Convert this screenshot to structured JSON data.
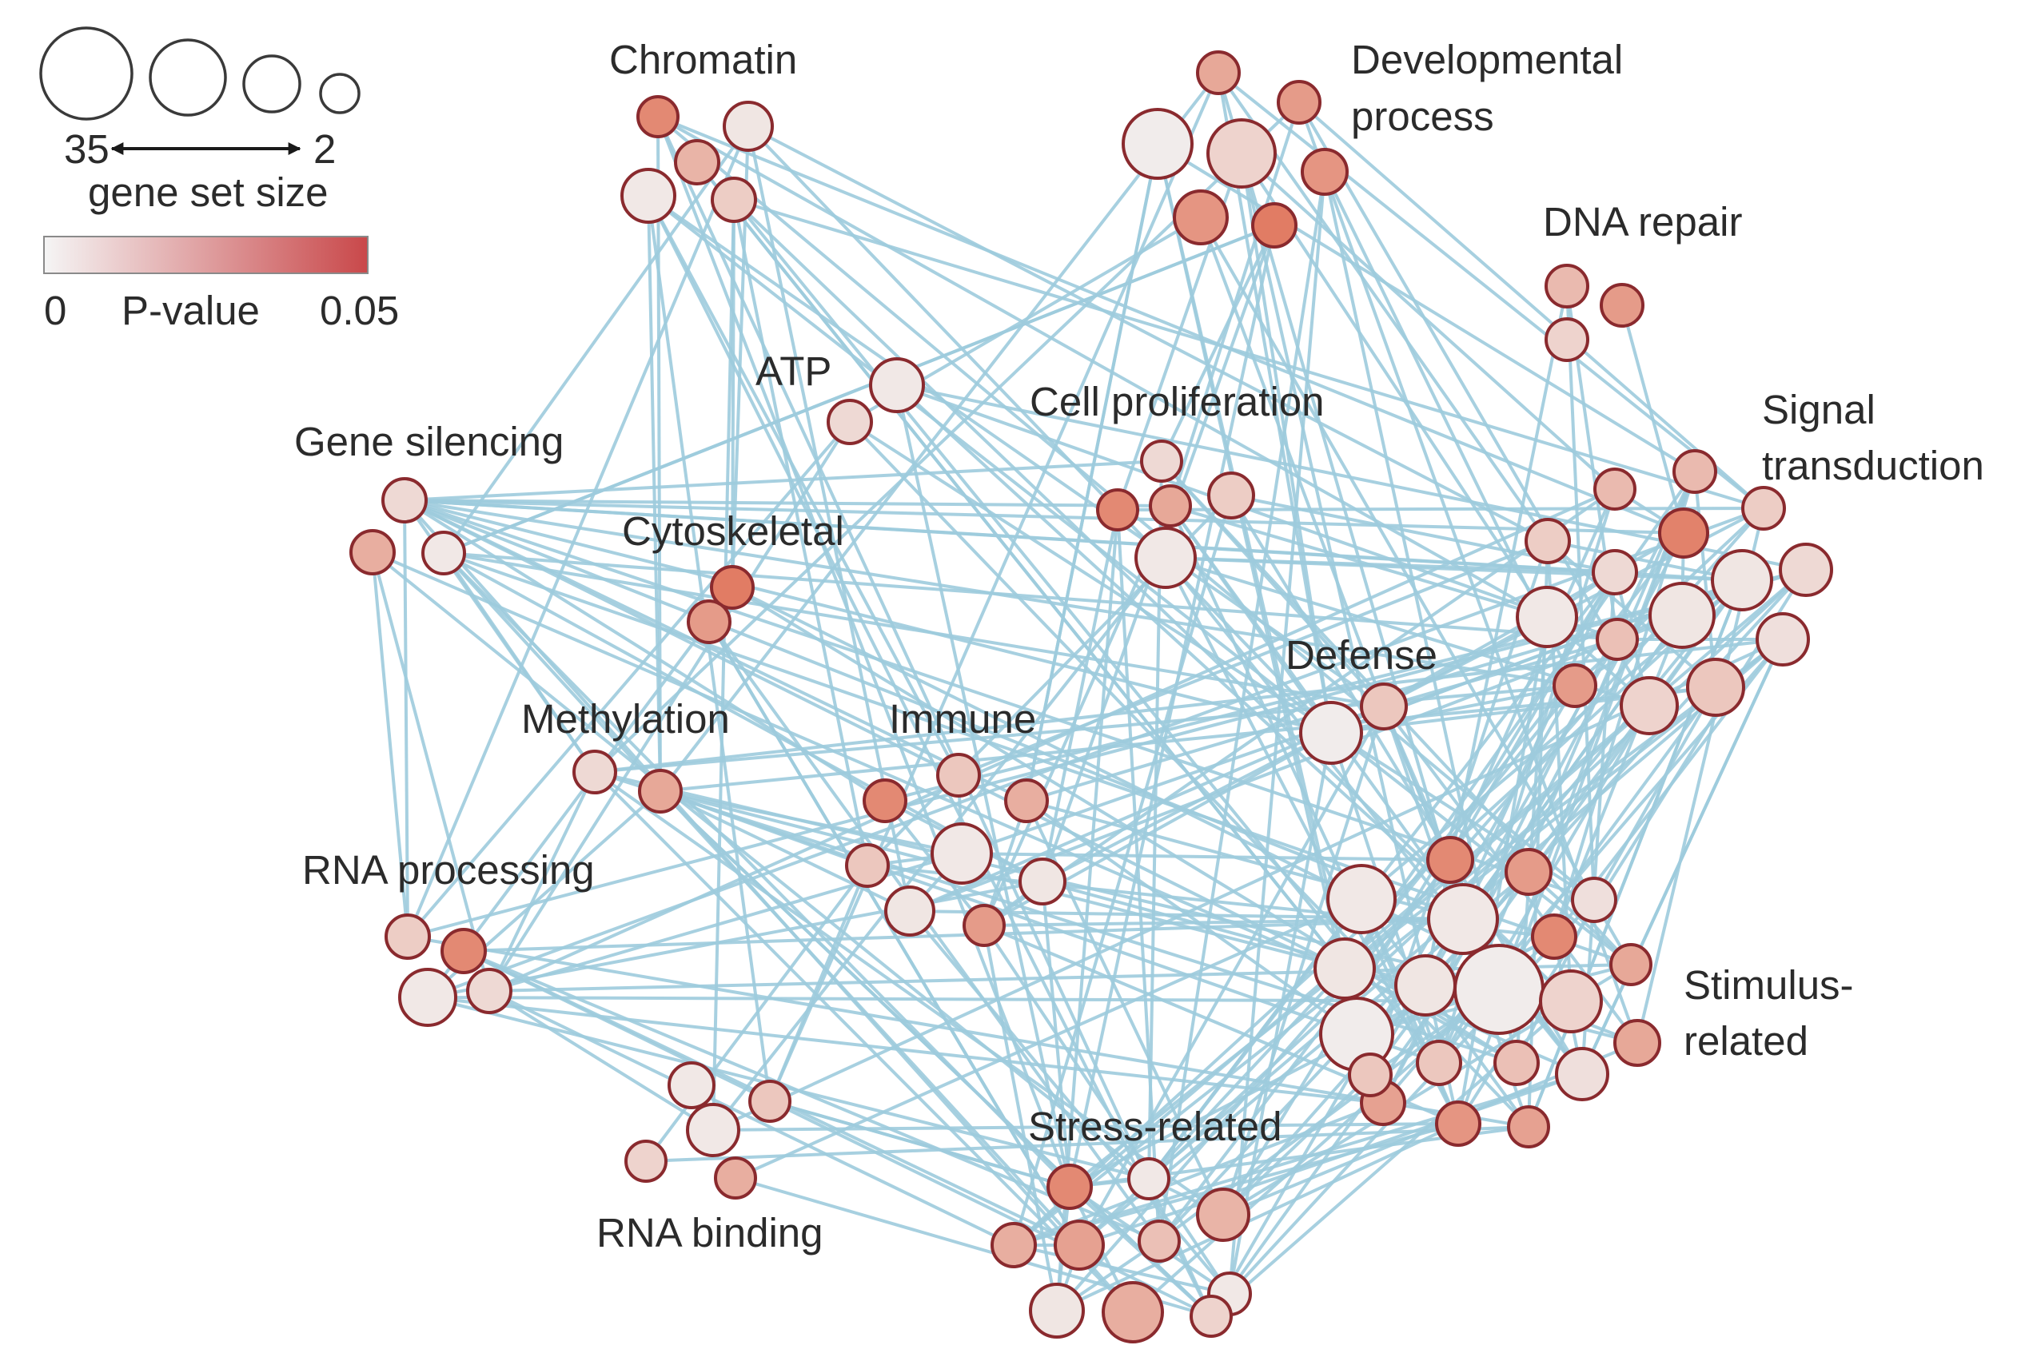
{
  "legend": {
    "size_max_label": "35",
    "size_min_label": "2",
    "size_caption": "gene set size",
    "pvalue_min_label": "0",
    "pvalue_caption": "P-value",
    "pvalue_max_label": "0.05",
    "gradient_start": "#f5f5f5",
    "gradient_end": "#c9484a"
  },
  "colors": {
    "edge": "#9dcbdd",
    "node_stroke": "#8a2a2e",
    "low_pvalue": "#f2f2f2",
    "high_pvalue": "#e0765c"
  },
  "clusters": [
    {
      "key": "chromatin",
      "label": "Chromatin"
    },
    {
      "key": "developmental",
      "label": "Developmental process",
      "lines": [
        "Developmental",
        "process"
      ]
    },
    {
      "key": "dna_repair",
      "label": "DNA repair"
    },
    {
      "key": "atp",
      "label": "ATP"
    },
    {
      "key": "cell_proliferation",
      "label": "Cell proliferation"
    },
    {
      "key": "signal",
      "label": "Signal transduction",
      "lines": [
        "Signal",
        "transduction"
      ]
    },
    {
      "key": "gene_silencing",
      "label": "Gene silencing"
    },
    {
      "key": "cytoskeletal",
      "label": "Cytoskeletal"
    },
    {
      "key": "defense",
      "label": "Defense"
    },
    {
      "key": "methylation",
      "label": "Methylation"
    },
    {
      "key": "immune",
      "label": "Immune"
    },
    {
      "key": "rna_processing",
      "label": "RNA processing"
    },
    {
      "key": "stimulus",
      "label": "Stimulus-related",
      "lines": [
        "Stimulus-",
        "related"
      ]
    },
    {
      "key": "stress",
      "label": "Stress-related"
    },
    {
      "key": "rna_binding",
      "label": "RNA binding"
    }
  ]
}
